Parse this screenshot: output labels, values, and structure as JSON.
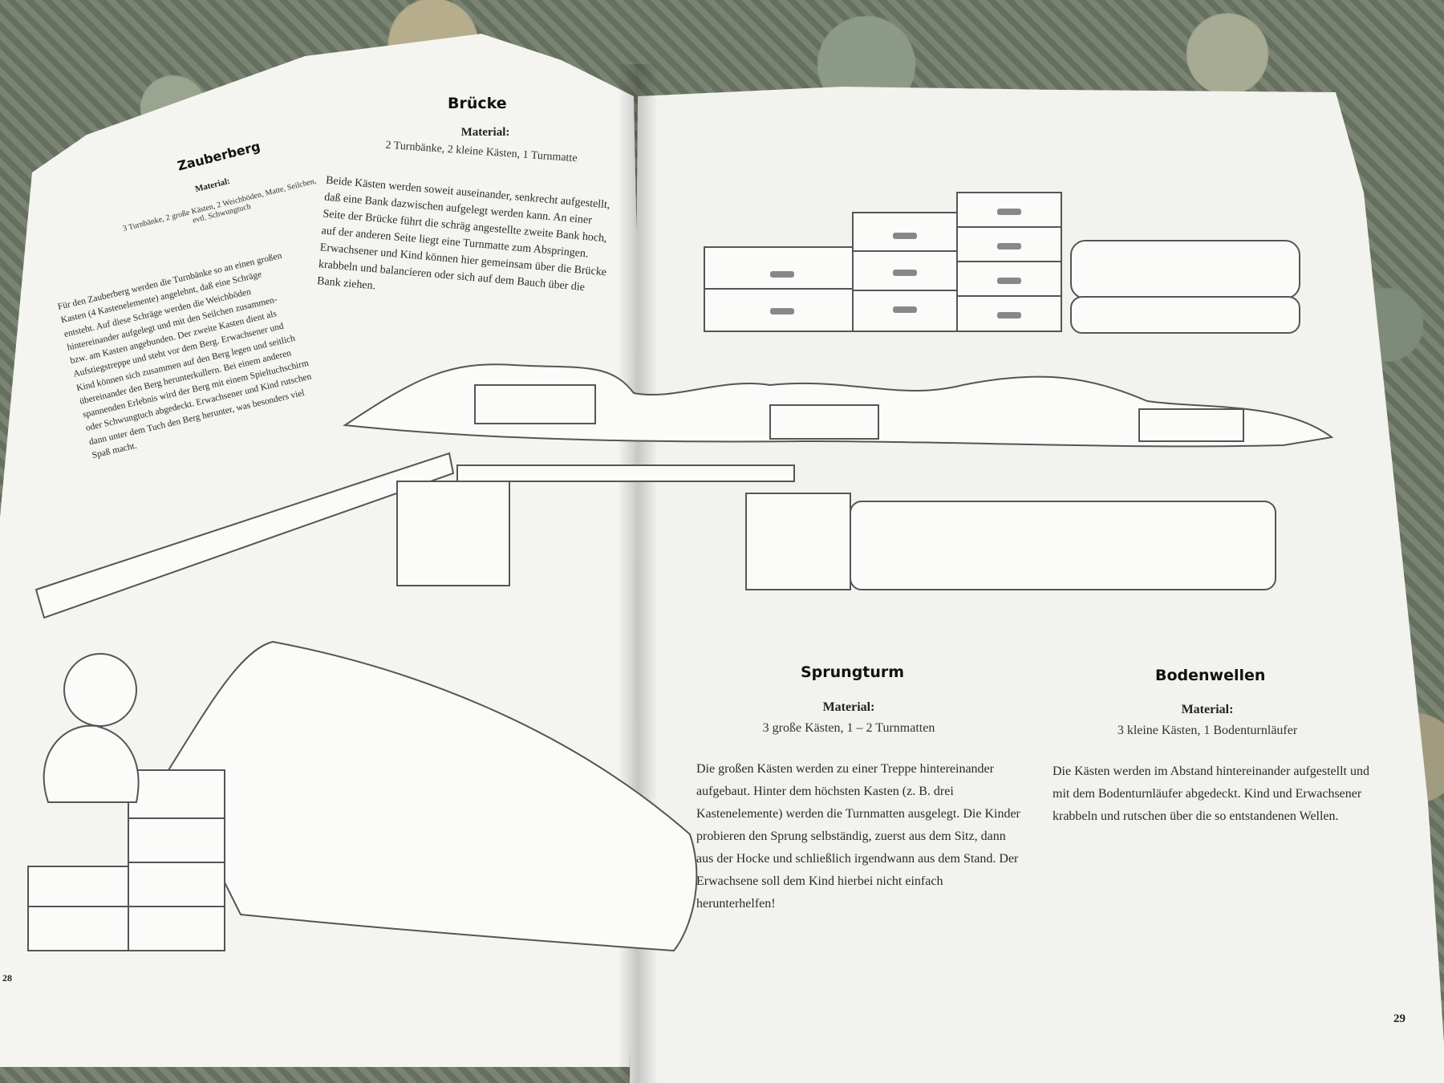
{
  "left_page": {
    "zauberberg": {
      "title": "Zauberberg",
      "material_label": "Material:",
      "material_text": "3 Turnbänke, 2 große Kästen, 2 Weichböden, Matte, Seilchen, evtl. Schwungtuch",
      "body": "Für den Zauberberg werden die Turnbänke so an einen großen Kasten (4 Kastenelemente) angelehnt, daß eine Schräge entsteht. Auf diese Schräge werden die Weichböden hintereinander aufgelegt und mit den Seilchen zusammen- bzw. am Kasten angebunden. Der zweite Kasten dient als Aufstiegstreppe und steht vor dem Berg. Erwachsener und Kind können sich zusammen auf den Berg legen und seitlich übereinander den Berg herunterkullern. Bei einem anderen spannenden Erlebnis wird der Berg mit einem Spieltuchschirm oder Schwungtuch abgedeckt. Erwachsener und Kind rutschen dann unter dem Tuch den Berg herunter, was besonders viel Spaß macht."
    },
    "bruecke": {
      "title": "Brücke",
      "material_label": "Material:",
      "material_text": "2 Turnbänke, 2 kleine Kästen, 1 Turnmatte",
      "body": "Beide Kästen werden soweit auseinander, senkrecht aufgestellt, daß eine Bank dazwischen aufgelegt werden kann. An einer Seite der Brücke führt die schräg angestellte zweite Bank hoch, auf der anderen Seite liegt eine Turnmatte zum Abspringen. Erwachsener und Kind können hier gemeinsam über die Brücke krabbeln und balancieren oder sich auf dem Bauch über die Bank ziehen."
    },
    "page_number": "28"
  },
  "right_page": {
    "sprungturm": {
      "title": "Sprungturm",
      "material_label": "Material:",
      "material_text": "3 große Kästen, 1 – 2 Turnmatten",
      "body": "Die großen Kästen werden zu einer Treppe hintereinander aufgebaut. Hinter dem höchsten Kasten (z. B. drei Kastenelemente) werden die Turnmatten ausgelegt. Die Kinder probieren den Sprung selbständig, zuerst aus dem Sitz, dann aus der Hocke und schließlich irgendwann aus dem Stand. Der Erwachsene soll dem Kind hierbei nicht einfach herunterhelfen!"
    },
    "bodenwellen": {
      "title": "Bodenwellen",
      "material_label": "Material:",
      "material_text": "3 kleine Kästen, 1 Bodenturnläufer",
      "body": "Die Kästen werden im Abstand hintereinander aufgestellt und mit dem Bodenturnläufer abgedeckt. Kind und Erwachsener krabbeln und rutschen über die so entstandenen Wellen."
    },
    "page_number": "29"
  },
  "colors": {
    "paper": "#f4f4f1",
    "ink": "#222222",
    "sketch": "#555555"
  }
}
